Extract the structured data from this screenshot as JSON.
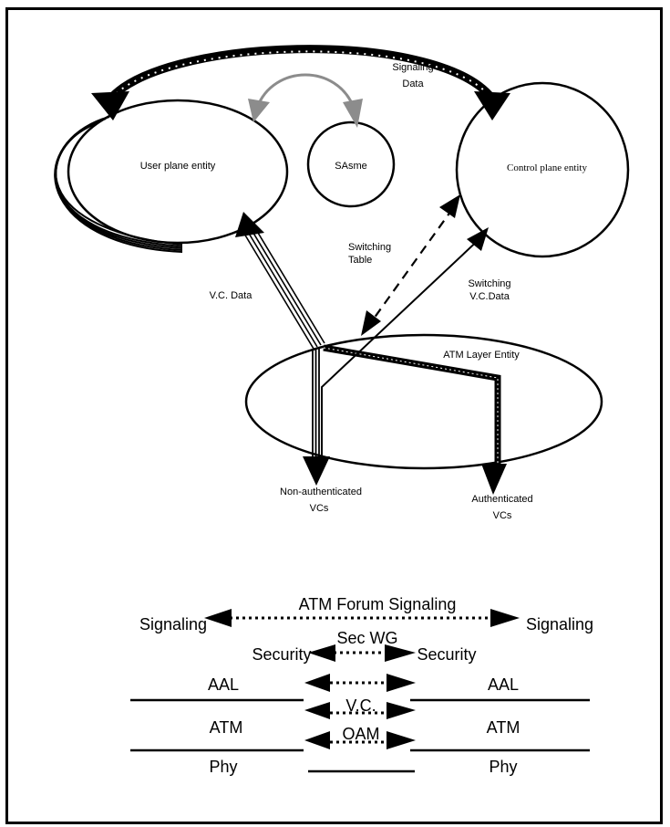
{
  "diagram": {
    "colors": {
      "line": "#000000",
      "sa_link": "#8c8c8c",
      "background": "#ffffff"
    },
    "nodes": {
      "user_plane": {
        "label": "User plane entity"
      },
      "sasme": {
        "label": "SAsme"
      },
      "control_plane": {
        "label": "Control plane entity"
      },
      "atm_layer": {
        "label": "ATM Layer Entity"
      }
    },
    "edges": {
      "signaling_data": {
        "label_line1": "Signaling",
        "label_line2": "Data",
        "style": "thick bundle, bidirectional"
      },
      "sa_link": {
        "style": "gray, bidirectional"
      },
      "switching_table": {
        "label_line1": "Switching",
        "label_line2": "Table",
        "style": "dashed, bidirectional"
      },
      "switching_vc_data": {
        "label_line1": "Switching",
        "label_line2": "V.C.Data",
        "style": "solid"
      },
      "vc_data": {
        "label": "V.C. Data",
        "style": "multi-line bundle"
      },
      "user_loop": {
        "style": "multi-line loop"
      }
    },
    "outputs": {
      "non_authenticated": {
        "label_line1": "Non-authenticated",
        "label_line2": "VCs"
      },
      "authenticated": {
        "label_line1": "Authenticated",
        "label_line2": "VCs"
      }
    }
  },
  "stack": {
    "signaling_title": "ATM Forum Signaling",
    "signaling_left": "Signaling",
    "signaling_right": "Signaling",
    "security_title": "Sec WG",
    "security_left": "Security",
    "security_right": "Security",
    "layers_left": [
      "AAL",
      "ATM",
      "Phy"
    ],
    "layers_right": [
      "AAL",
      "ATM",
      "Phy"
    ],
    "vc_label": "V.C.",
    "oam_label": "OAM"
  }
}
